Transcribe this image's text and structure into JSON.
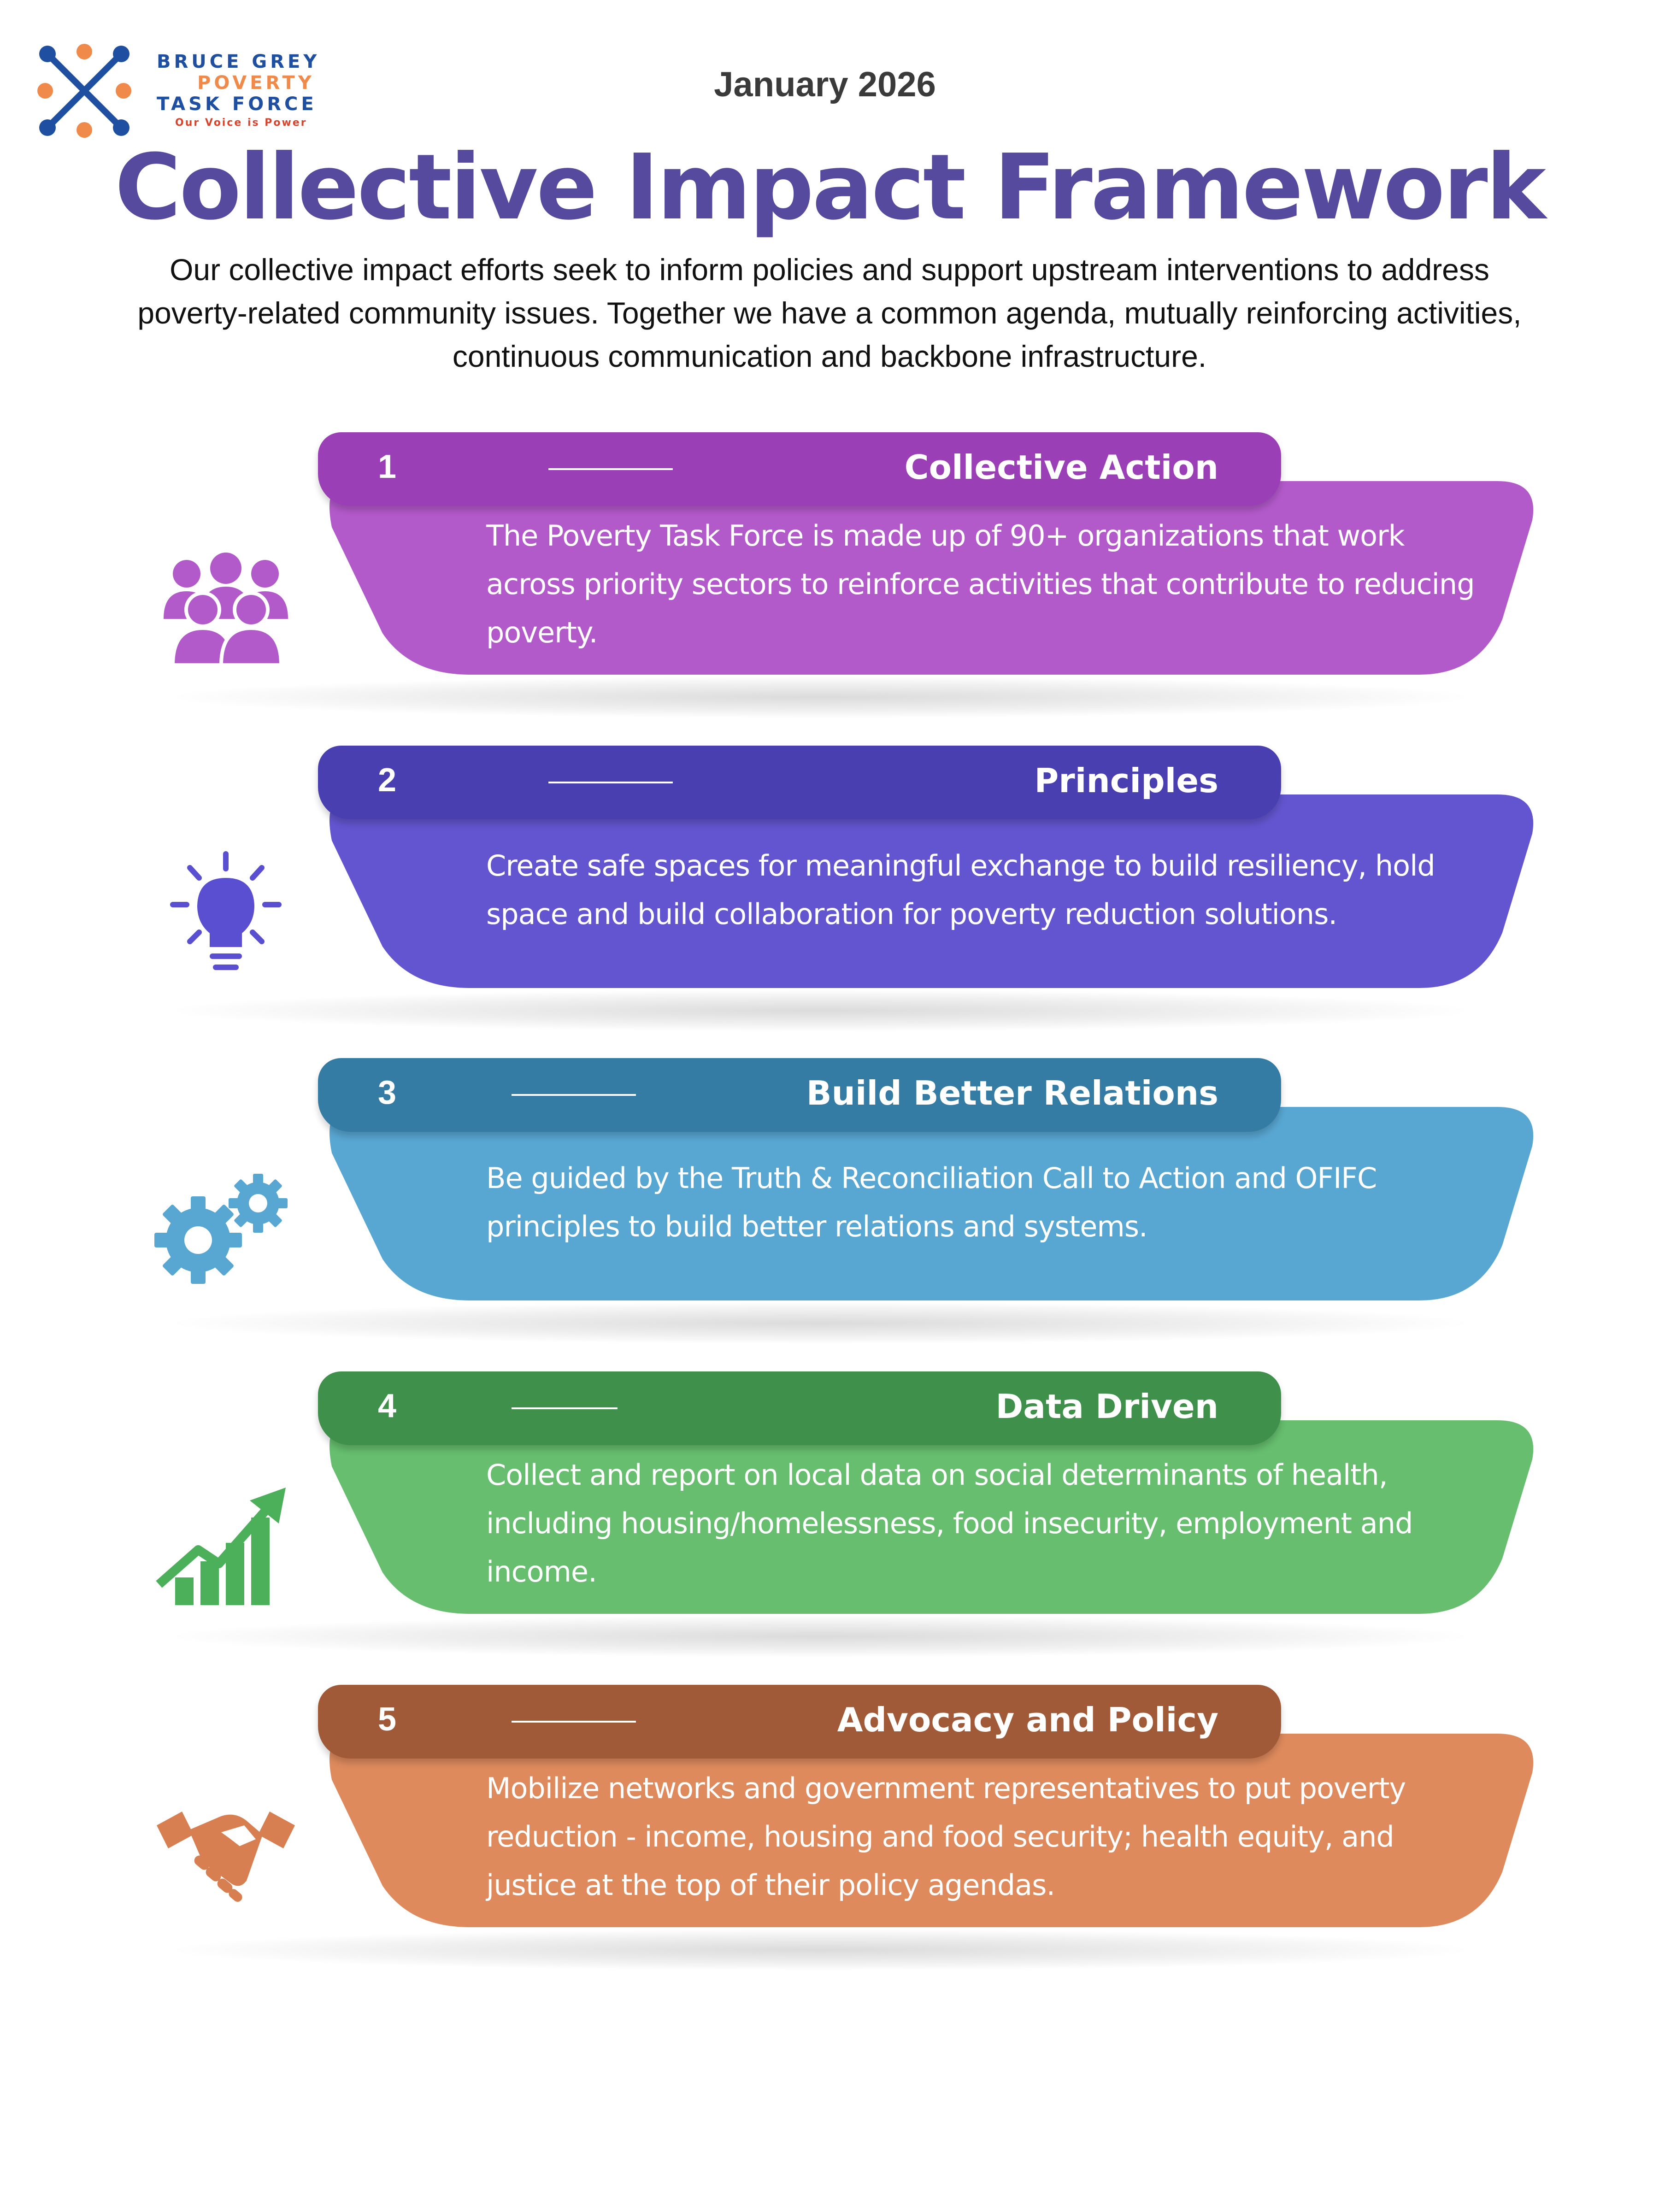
{
  "header": {
    "logo_line1": "BRUCE GREY",
    "logo_line2": "POVERTY",
    "logo_line3": "TASK FORCE",
    "logo_tagline": "Our Voice is Power",
    "date": "January 2026",
    "title": "Collective Impact Framework",
    "intro": "Our collective impact efforts seek to inform policies and support upstream interventions to address poverty-related community issues. Together we have a common agenda, mutually reinforcing activities, continuous communication and backbone infrastructure."
  },
  "rows": [
    {
      "number": "1",
      "title": "Collective Action",
      "description": "The Poverty Task Force is made up of 90+ organizations that work across priority sectors to reinforce activities that contribute to reducing poverty.",
      "icon": "people-group-icon",
      "tab_color": "#9b3fb6",
      "body_color": "#b35acb"
    },
    {
      "number": "2",
      "title": "Principles",
      "description": "Create safe spaces for meaningful exchange to build resiliency, hold space and build collaboration for poverty reduction solutions.",
      "icon": "lightbulb-icon",
      "tab_color": "#4a3fb0",
      "body_color": "#6355cf"
    },
    {
      "number": "3",
      "title": "Build Better Relations",
      "description": "Be guided by the Truth & Reconciliation Call to Action and OFIFC principles to build better relations and systems.",
      "icon": "gears-icon",
      "tab_color": "#347ca4",
      "body_color": "#58a6d2"
    },
    {
      "number": "4",
      "title": "Data Driven",
      "description": "Collect and report on local data on social determinants of health, including housing/homelessness, food insecurity, employment and income.",
      "icon": "growth-chart-icon",
      "tab_color": "#3f904b",
      "body_color": "#66be6e"
    },
    {
      "number": "5",
      "title": "Advocacy and Policy",
      "description": "Mobilize networks and government representatives to put poverty reduction - income, housing and food security; health equity, and justice at the top of their policy agendas.",
      "icon": "handshake-icon",
      "tab_color": "#a05a37",
      "body_color": "#de8a5d"
    }
  ]
}
